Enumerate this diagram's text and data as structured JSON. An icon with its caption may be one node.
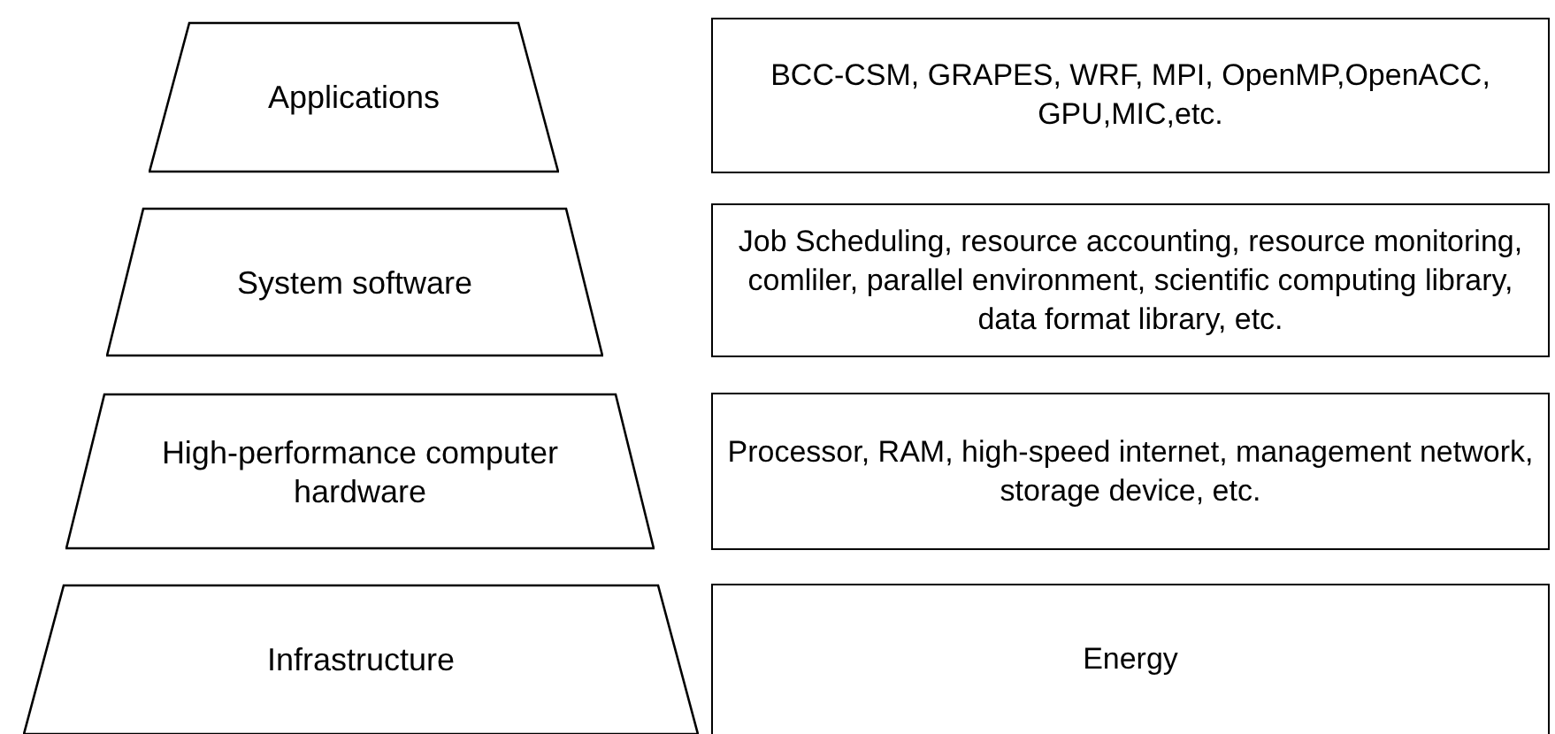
{
  "diagram": {
    "nodes": [
      {
        "text": [
          "Applications"
        ]
      },
      {
        "text": [
          "BCC-CSM, GRAPES, WRF, MPI, OpenMP,OpenACC, GPU,MIC,etc."
        ]
      },
      {
        "text": [
          "System software"
        ]
      },
      {
        "text": [
          "Job Scheduling, resource accounting, resource monitoring, comliler, parallel environment, scientific computing library, data format library, etc."
        ]
      },
      {
        "text": [
          "High-performance computer hardware"
        ]
      },
      {
        "text": [
          "Processor, RAM, high-speed internet, management network, storage device, etc."
        ]
      },
      {
        "text": [
          "Infrastructure"
        ]
      },
      {
        "text": [
          "Energy"
        ]
      }
    ]
  }
}
